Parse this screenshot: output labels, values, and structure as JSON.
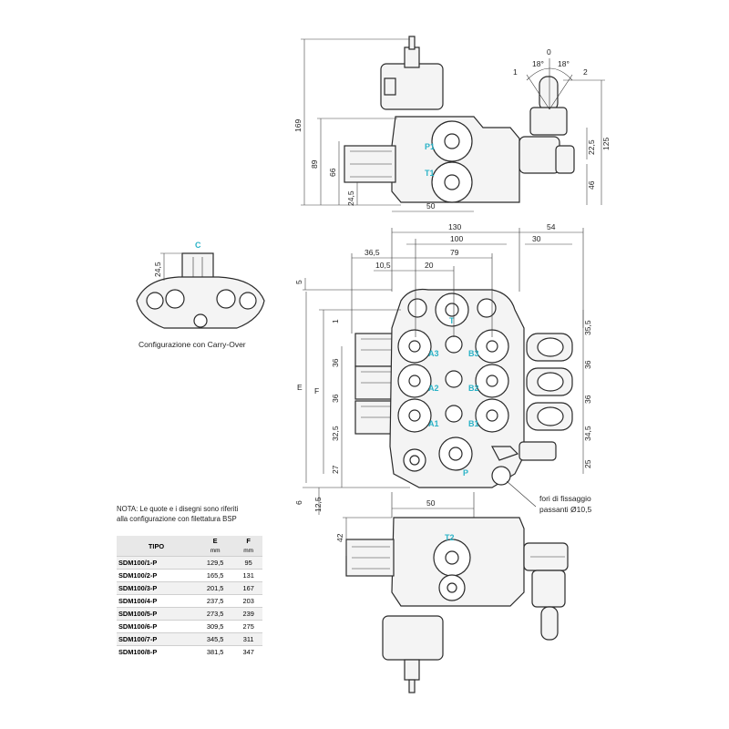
{
  "labels": {
    "carry_over_caption": "Configurazione con Carry-Over",
    "carry_over_port": "C",
    "fori_line1": "fori di fissaggio",
    "fori_line2": "passanti Ø10,5",
    "angle_left": "18°",
    "angle_right": "18°",
    "pos_1": "1",
    "pos_0": "0",
    "pos_2": "2",
    "note_line1": "NOTA: Le quote e i disegni sono riferiti",
    "note_line2": "alla configurazione con filettatura BSP"
  },
  "ports": {
    "p1": "P1",
    "t1_top": "T1",
    "t": "T",
    "a3": "A3",
    "b3": "B3",
    "a2": "A2",
    "b2": "B2",
    "a1": "A1",
    "b1": "B1",
    "p": "P",
    "t2": "T2"
  },
  "dimensions": {
    "d169": "169",
    "d89": "89",
    "d66": "66",
    "d24_5": "24,5",
    "d50_top": "50",
    "d22_5": "22,5",
    "d125": "125",
    "d46": "46",
    "d130": "130",
    "d54": "54",
    "d100": "100",
    "d30": "30",
    "d36_5": "36,5",
    "d79": "79",
    "d10_5": "10,5",
    "d20": "20",
    "d5": "5",
    "d1": "1",
    "dE": "E",
    "dF": "F",
    "d36a": "36",
    "d36b": "36",
    "d32_5": "32,5",
    "d27": "27",
    "d35_5": "35,5",
    "d36c": "36",
    "d36d": "36",
    "d34_5": "34,5",
    "d25": "25",
    "d6": "6",
    "d12_5": "12,5",
    "d50_bottom": "50",
    "d42": "42",
    "d24_5_c": "24,5"
  },
  "table": {
    "headers": [
      "TIPO",
      "E",
      "F"
    ],
    "units": [
      "",
      "mm",
      "mm"
    ],
    "rows": [
      [
        "SDM100/1-P",
        "129,5",
        "95"
      ],
      [
        "SDM100/2-P",
        "165,5",
        "131"
      ],
      [
        "SDM100/3-P",
        "201,5",
        "167"
      ],
      [
        "SDM100/4-P",
        "237,5",
        "203"
      ],
      [
        "SDM100/5-P",
        "273,5",
        "239"
      ],
      [
        "SDM100/6-P",
        "309,5",
        "275"
      ],
      [
        "SDM100/7-P",
        "345,5",
        "311"
      ],
      [
        "SDM100/8-P",
        "381,5",
        "347"
      ]
    ]
  }
}
